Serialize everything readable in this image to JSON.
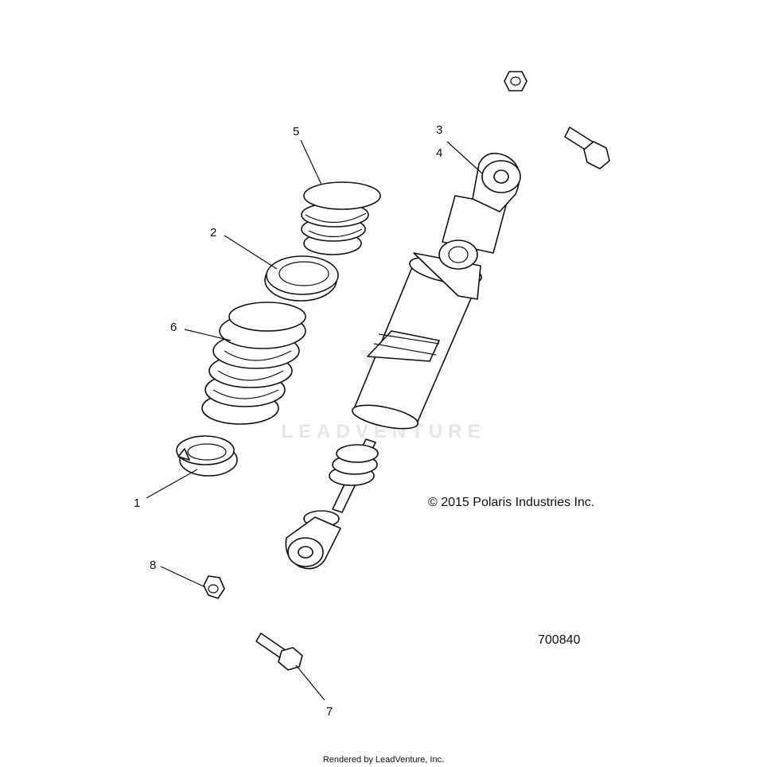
{
  "watermark": "LEADVENTURE",
  "copyright": "© 2015 Polaris Industries Inc.",
  "figure_number": "700840",
  "rendered_by": "Rendered by LeadVenture, Inc.",
  "callouts": {
    "c1": "1",
    "c2": "2",
    "c3": "3",
    "c4": "4",
    "c5": "5",
    "c6": "6",
    "c7": "7",
    "c8": "8"
  }
}
